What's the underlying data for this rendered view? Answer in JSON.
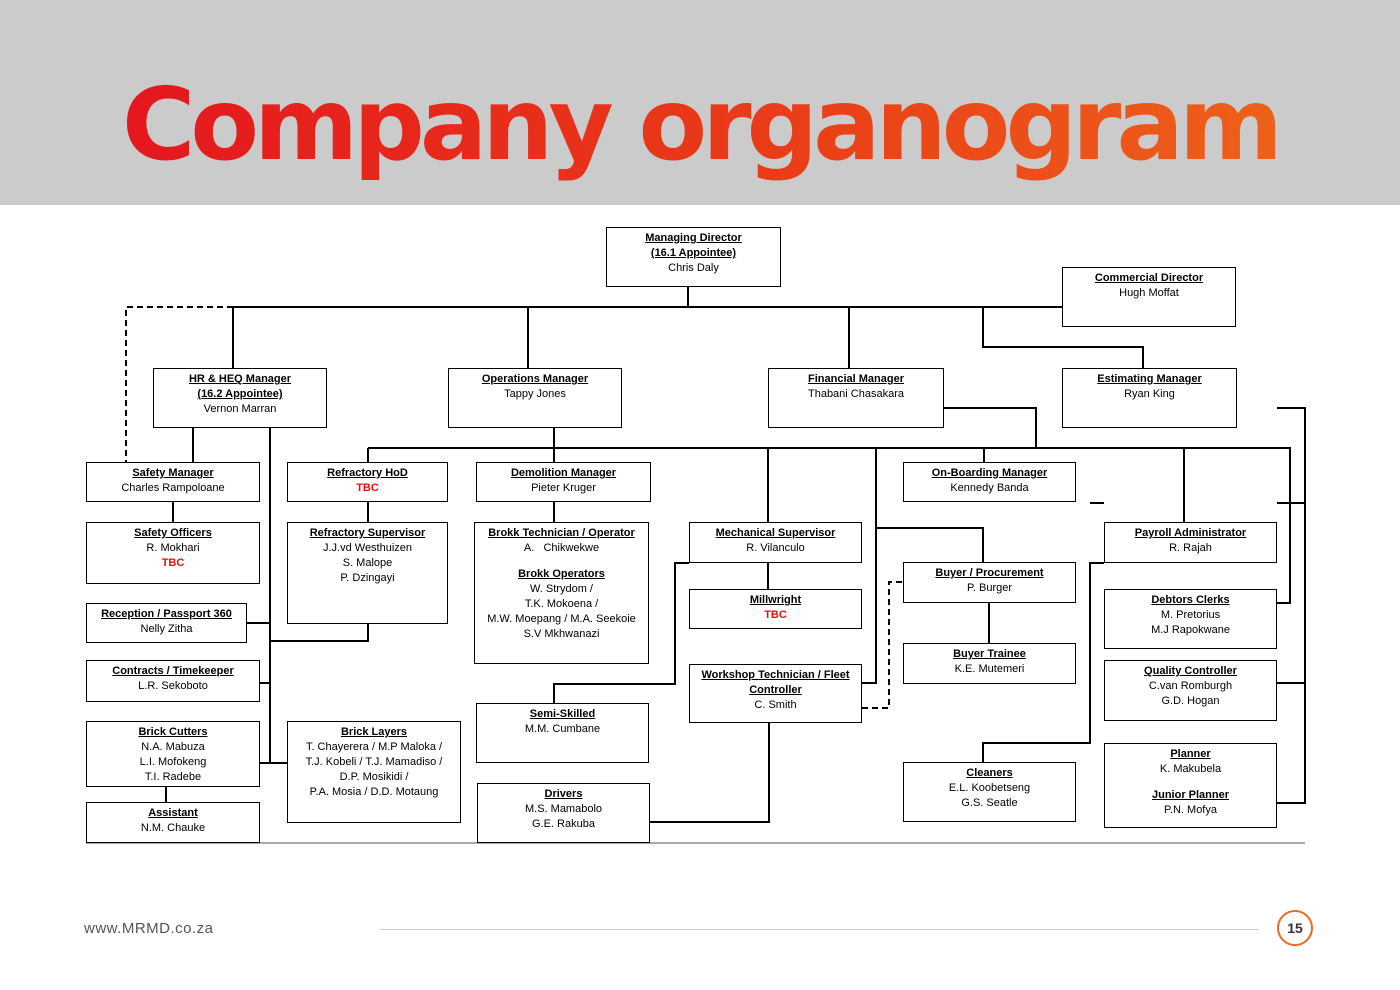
{
  "title": "Company organogram",
  "boxes": {
    "md": {
      "title": "Managing Director",
      "title2": "(16.1 Appointee)",
      "name": "Chris Daly"
    },
    "cd": {
      "title": "Commercial Director",
      "name": "Hugh Moffat"
    },
    "hr": {
      "title": "HR & HEQ Manager",
      "title2": "(16.2 Appointee)",
      "name": "Vernon Marran"
    },
    "ops": {
      "title": "Operations Manager",
      "name": "Tappy Jones"
    },
    "fin": {
      "title": "Financial Manager",
      "name": "Thabani Chasakara"
    },
    "est": {
      "title": "Estimating Manager",
      "name": "Ryan King"
    },
    "safety_mgr": {
      "title": "Safety Manager",
      "name": "Charles Rampoloane"
    },
    "safety_off": {
      "title": "Safety Officers",
      "names": [
        "R. Mokhari"
      ],
      "tbc": "TBC"
    },
    "reception": {
      "title": "Reception / Passport 360",
      "name": "Nelly Zitha"
    },
    "contracts": {
      "title": "Contracts / Timekeeper",
      "name": "L.R. Sekoboto"
    },
    "brick_cutters": {
      "title": "Brick Cutters",
      "names": [
        "N.A. Mabuza",
        "L.I. Mofokeng",
        "T.I. Radebe"
      ]
    },
    "assistant": {
      "title": "Assistant",
      "name": "N.M. Chauke"
    },
    "refr_hod": {
      "title": "Refractory HoD",
      "tbc": "TBC"
    },
    "refr_sup": {
      "title": "Refractory Supervisor",
      "names": [
        "J.J.vd Westhuizen",
        "S. Malope",
        "P. Dzingayi"
      ]
    },
    "brick_layers": {
      "title": "Brick Layers",
      "names": [
        "T. Chayerera / M.P Maloka /",
        "T.J. Kobeli / T.J. Mamadiso /",
        "D.P. Mosikidi /",
        "P.A. Mosia / D.D. Motaung"
      ]
    },
    "demo_mgr": {
      "title": "Demolition Manager",
      "name": "Pieter Kruger"
    },
    "brokk": {
      "title": "Brokk Technician / Operator",
      "name": "A.   Chikwekwe",
      "title2": "Brokk Operators",
      "names": [
        "W. Strydom /",
        "T.K. Mokoena /",
        "M.W. Moepang / M.A. Seekoie",
        "S.V Mkhwanazi"
      ]
    },
    "semi": {
      "title": "Semi-Skilled",
      "name": "M.M. Cumbane"
    },
    "drivers": {
      "title": "Drivers",
      "names": [
        "M.S. Mamabolo",
        "G.E. Rakuba"
      ]
    },
    "mech_sup": {
      "title": "Mechanical Supervisor",
      "name": "R. Vilanculo"
    },
    "millwright": {
      "title": "Millwright",
      "tbc": "TBC"
    },
    "workshop": {
      "title": "Workshop Technician / Fleet Controller",
      "name": "C. Smith"
    },
    "onboard": {
      "title": "On-Boarding Manager",
      "name": "Kennedy Banda"
    },
    "buyer": {
      "title": "Buyer / Procurement",
      "name": "P. Burger"
    },
    "buyer_tr": {
      "title": "Buyer Trainee",
      "name": "K.E. Mutemeri"
    },
    "cleaners": {
      "title": "Cleaners",
      "names": [
        "E.L. Koobetseng",
        "G.S. Seatle"
      ]
    },
    "payroll": {
      "title": "Payroll Administrator",
      "name": "R. Rajah"
    },
    "debtors": {
      "title": "Debtors Clerks",
      "names": [
        "M. Pretorius",
        "M.J Rapokwane"
      ]
    },
    "quality": {
      "title": "Quality Controller",
      "names": [
        "C.van Romburgh",
        "G.D. Hogan"
      ]
    },
    "planner": {
      "title": "Planner",
      "name": "K. Makubela",
      "title2": "Junior Planner",
      "name2": "P.N. Mofya"
    }
  },
  "footer": {
    "url": "www.MRMD.co.za",
    "page": "15"
  }
}
